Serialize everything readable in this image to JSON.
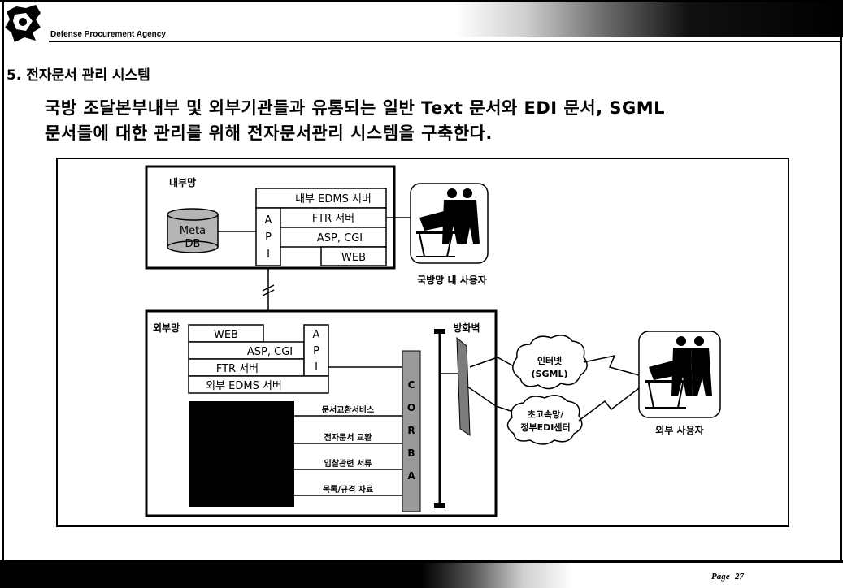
{
  "header": {
    "agency": "Defense Procurement Agency",
    "section_title": "5. 전자문서 관리 시스템"
  },
  "description": {
    "line1": "국방 조달본부내부 및 외부기관들과 유통되는 일반 Text 문서와 EDI 문서, SGML",
    "line2": "문서들에 대한 관리를 위해 전자문서관리 시스템을 구축한다."
  },
  "diagram": {
    "internal": {
      "label": "내부망",
      "edms_server": "내부 EDMS 서버",
      "db_line1": "Meta",
      "db_line2": "DB",
      "api": [
        "A",
        "P",
        "I"
      ],
      "ftr_server": "FTR 서버",
      "asp_cgi": "ASP, CGI",
      "web": "WEB",
      "user_label": "국방망 내 사용자"
    },
    "external": {
      "label": "외부망",
      "web": "WEB",
      "asp_cgi": "ASP, CGI",
      "ftr_server": "FTR 서버",
      "edms_server": "외부 EDMS 서버",
      "api": [
        "A",
        "P",
        "I"
      ],
      "services": [
        "문서교환서비스",
        "전자문서 교환",
        "입찰관련 서류",
        "목록/규격 자료"
      ],
      "corba": [
        "C",
        "O",
        "R",
        "B",
        "A"
      ],
      "firewall_label": "방화벽",
      "internet_line1": "인터넷",
      "internet_line2": "(SGML)",
      "highspeed_line1": "초고속망/",
      "highspeed_line2": "정부EDI센터",
      "user_label": "외부 사용자"
    }
  },
  "footer": {
    "page": "Page -27"
  },
  "colors": {
    "background": "#ffffff",
    "ink": "#000000",
    "panel_gray": "#b5b5b5"
  }
}
